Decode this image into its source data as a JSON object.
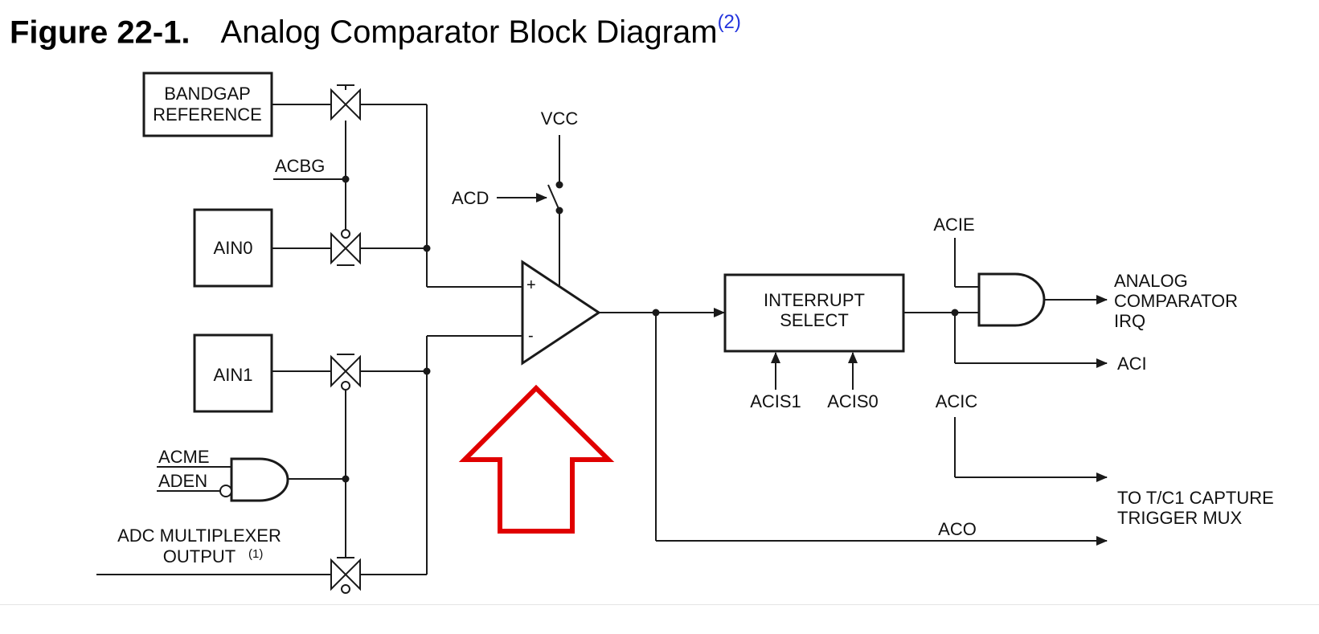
{
  "figure": {
    "number": "Figure 22-1.",
    "title": "Analog Comparator Block Diagram",
    "note_ref": "(2)"
  },
  "blocks": {
    "bandgap_line1": "BANDGAP",
    "bandgap_line2": "REFERENCE",
    "ain0": "AIN0",
    "ain1": "AIN1",
    "interrupt_line1": "INTERRUPT",
    "interrupt_line2": "SELECT"
  },
  "signals": {
    "acbg": "ACBG",
    "acd": "ACD",
    "vcc": "VCC",
    "acme": "ACME",
    "aden": "ADEN",
    "adc_mux_line1": "ADC MULTIPLEXER",
    "adc_mux_line2": "OUTPUT",
    "adc_mux_note": "(1)",
    "acis1": "ACIS1",
    "acis0": "ACIS0",
    "acie": "ACIE",
    "acic": "ACIC",
    "aci": "ACI",
    "aco": "ACO",
    "irq_line1": "ANALOG",
    "irq_line2": "COMPARATOR",
    "irq_line3": "IRQ",
    "tc1_line1": "TO T/C1 CAPTURE",
    "tc1_line2": "TRIGGER MUX",
    "plus": "+",
    "minus": "-"
  },
  "colors": {
    "highlight_arrow": "#e00000",
    "figure_note": "#2233dd"
  }
}
